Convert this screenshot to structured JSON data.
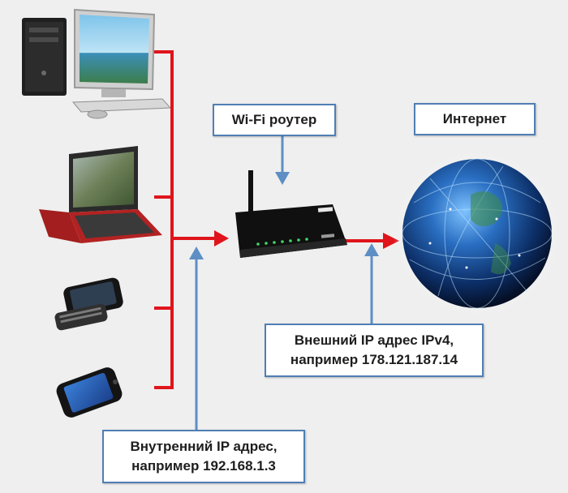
{
  "labels": {
    "router": "Wi-Fi роутер",
    "internet": "Интернет",
    "external_ip": [
      "Внешний IP адрес IPv4,",
      "например 178.121.187.14"
    ],
    "internal_ip": [
      "Внутренний IP адрес,",
      "например 192.168.1.3"
    ]
  },
  "devices": [
    {
      "kind": "desktop-computer"
    },
    {
      "kind": "laptop"
    },
    {
      "kind": "slider-phone"
    },
    {
      "kind": "smartphone"
    },
    {
      "kind": "wifi-router"
    },
    {
      "kind": "globe"
    }
  ],
  "colors": {
    "connection": "#e0141c",
    "pointer": "#5d8fc4",
    "box_border": "#4f7fb4",
    "background": "#efefef"
  }
}
